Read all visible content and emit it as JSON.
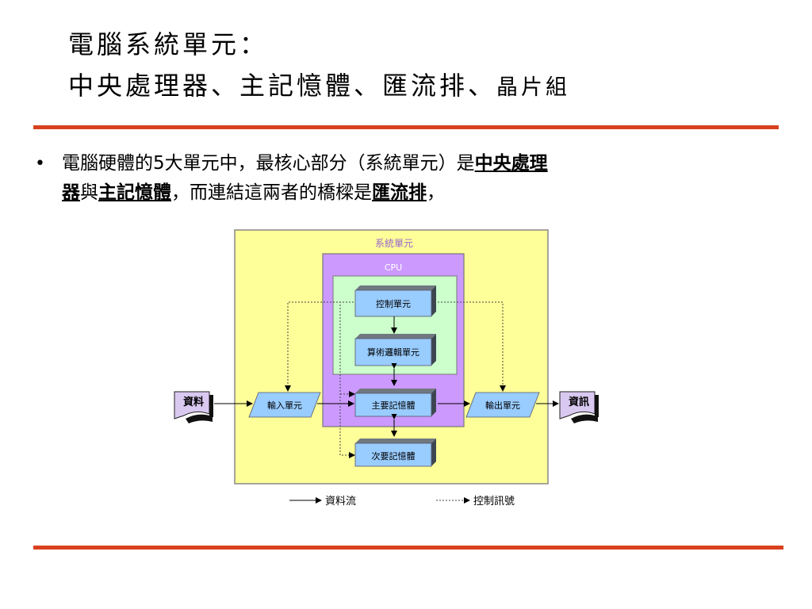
{
  "title": {
    "line1": "電腦系統單元：",
    "line2_main": "中央處理器、主記憶體、匯流排、",
    "line2_tail": "晶片組"
  },
  "bullet": {
    "symbol": "•",
    "t1": "電腦硬體的5大單元中，最核心部分（系統單元）是",
    "cpu_a": "中央處理",
    "cpu_b": "器",
    "t2": "與",
    "memory": "主記憶體",
    "t3": "，而連結這兩者的橋樑是",
    "bus": "匯流排",
    "t4": "，"
  },
  "diagram": {
    "system_unit_label": "系統單元",
    "cpu_label": "CPU",
    "control_unit": "控制單元",
    "alu": "算術邏輯單元",
    "main_memory": "主要記憶體",
    "secondary_memory": "次要記憶體",
    "input_unit": "輸入單元",
    "output_unit": "輸出單元",
    "data_doc": "資料",
    "info_doc": "資訊",
    "legend_data_flow": "資料流",
    "legend_control_signal": "控制訊號"
  },
  "colors": {
    "rule": "#d9411e",
    "system_unit_fill": "#ffff99",
    "cpu_fill": "#cc99ff",
    "inner_fill": "#ccffcc",
    "box_fill": "#99ccff",
    "doc_fill": "#d9c8f0"
  }
}
